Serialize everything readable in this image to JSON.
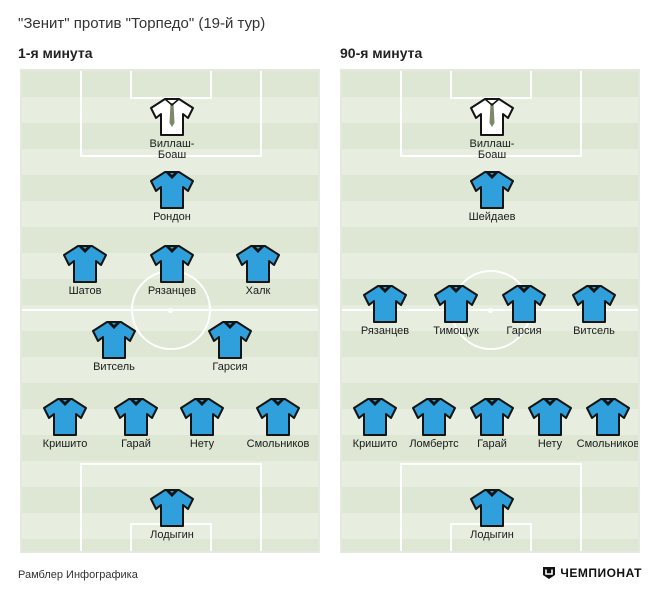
{
  "title": "\"Зенит\" против \"Торпедо\" (19-й тур)",
  "footer": {
    "source": "Рамблер Инфографика",
    "brand": "ЧЕМПИОНАТ"
  },
  "colors": {
    "outfield_shirt": "#2fa0dc",
    "goalkeeper_shirt": "#ffffff",
    "pitch_light": "#e7eee0",
    "pitch_dark": "#dde7d4"
  },
  "panels": [
    {
      "label": "1-я минута",
      "players": [
        {
          "name": "Виллаш-\nБоаш",
          "role": "coach"
        },
        {
          "name": "Рондон",
          "role": "player"
        },
        {
          "name": "Шатов",
          "role": "player"
        },
        {
          "name": "Рязанцев",
          "role": "player"
        },
        {
          "name": "Халк",
          "role": "player"
        },
        {
          "name": "Витсель",
          "role": "player"
        },
        {
          "name": "Гарсия",
          "role": "player"
        },
        {
          "name": "Кришито",
          "role": "player"
        },
        {
          "name": "Гарай",
          "role": "player"
        },
        {
          "name": "Нету",
          "role": "player"
        },
        {
          "name": "Смольников",
          "role": "player"
        },
        {
          "name": "Лодыгин",
          "role": "player"
        }
      ]
    },
    {
      "label": "90-я минута",
      "players": [
        {
          "name": "Виллаш-\nБоаш",
          "role": "coach"
        },
        {
          "name": "Шейдаев",
          "role": "player"
        },
        {
          "name": "Рязанцев",
          "role": "player"
        },
        {
          "name": "Тимощук",
          "role": "player"
        },
        {
          "name": "Гарсия",
          "role": "player"
        },
        {
          "name": "Витсель",
          "role": "player"
        },
        {
          "name": "Кришито",
          "role": "player"
        },
        {
          "name": "Ломбертс",
          "role": "player"
        },
        {
          "name": "Гарай",
          "role": "player"
        },
        {
          "name": "Нету",
          "role": "player"
        },
        {
          "name": "Смольников",
          "role": "player"
        },
        {
          "name": "Лодыгин",
          "role": "player"
        }
      ]
    }
  ]
}
